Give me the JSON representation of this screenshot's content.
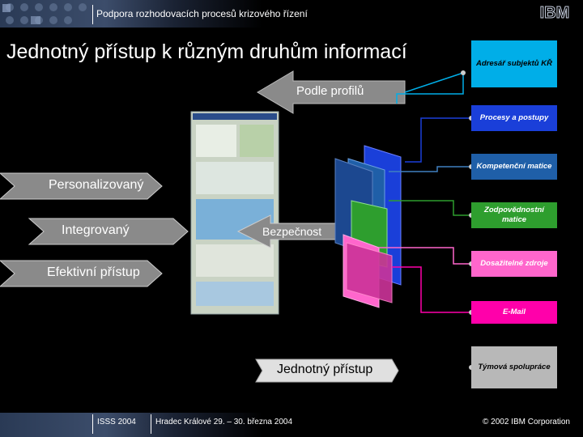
{
  "header": {
    "title": "Podpora rozhodovacích procesů krizového řízení",
    "logo_text": "IBM"
  },
  "main": {
    "title": "Jednotný přístup k různým druhům informací"
  },
  "arrows": {
    "podle_profilu": "Podle profilů",
    "personalizovany": "Personalizovaný",
    "integrovany": "Integrovaný",
    "bezpecnost": "Bezpečnost",
    "efektivni": "Efektivní přístup",
    "jednotny": "Jednotný přístup"
  },
  "boxes": [
    {
      "label": "Adresář subjektů KŘ",
      "color": "#00aee8"
    },
    {
      "label": "Procesy a postupy",
      "color": "#1a3fd9"
    },
    {
      "label": "Kompetenční matice",
      "color": "#1f5fa8"
    },
    {
      "label": "Zodpovědnostní matice",
      "color": "#2e9e2e"
    },
    {
      "label": "Dosažitelné zdroje",
      "color": "#ff66cc"
    },
    {
      "label": "E-Mail",
      "color": "#ff00aa"
    },
    {
      "label": "Týmová spolupráce",
      "color": "#b8b8b8"
    }
  ],
  "footer": {
    "event": "ISSS 2004",
    "place_date": "Hradec Králové 29. – 30. března 2004",
    "copyright": "© 2002 IBM Corporation"
  },
  "colors": {
    "arrow_gray": "#8a8a8a",
    "arrow_light": "#e0e0e0",
    "accent_blue": "#4a6fa5"
  }
}
